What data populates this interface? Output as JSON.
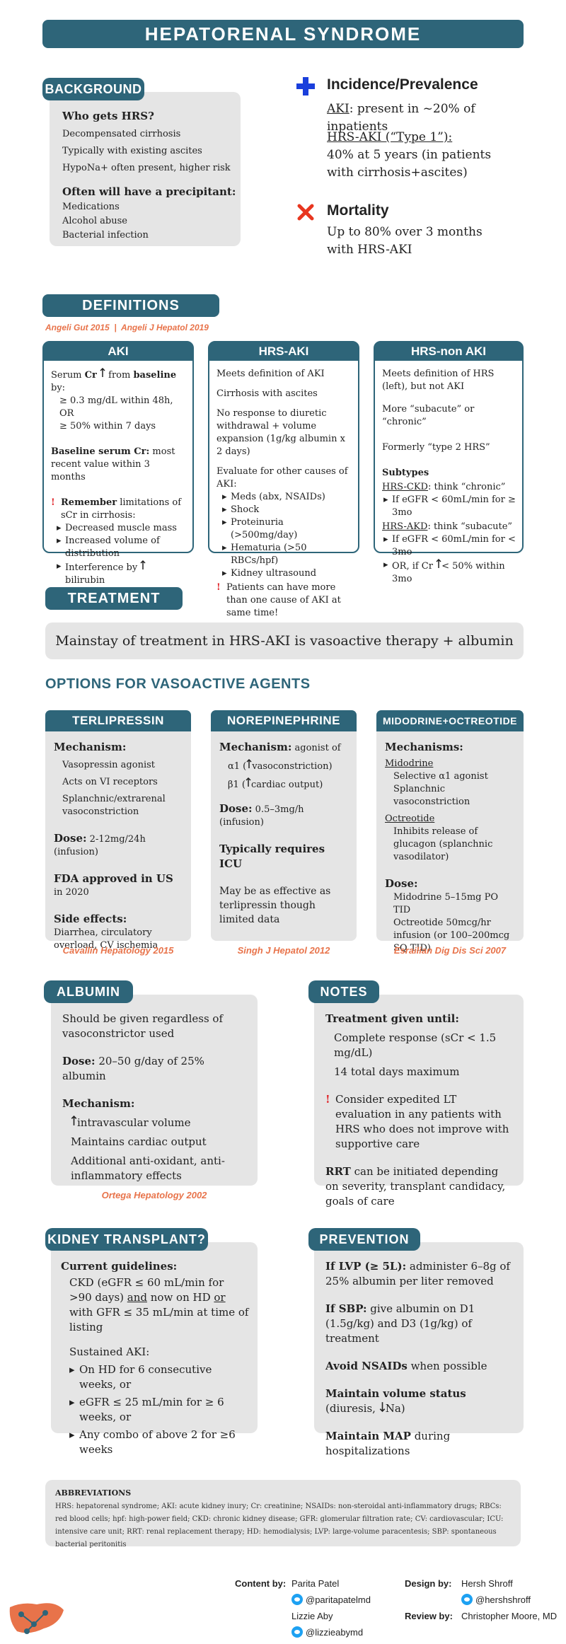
{
  "title": "HEPATORENAL SYNDROME",
  "background": {
    "header": "BACKGROUND",
    "who_title": "Who gets HRS?",
    "who_items": [
      "Decompensated cirrhosis",
      "Typically with existing ascites",
      "HypoNa+ often present, higher risk"
    ],
    "precip_title": "Often will have a precipitant:",
    "precip_items": [
      "Medications",
      "Alcohol abuse",
      "Bacterial infection"
    ]
  },
  "incidence": {
    "title": "Incidence/Prevalence",
    "aki_label": "AKI",
    "aki_text": ": present in ~20% of inpatients",
    "hrs_label": "HRS-AKI (“Type 1”):",
    "hrs_text": "40% at 5 years (in patients with cirrhosis+ascites)"
  },
  "mortality": {
    "title": "Mortality",
    "text": "Up to 80% over 3 months with HRS-AKI"
  },
  "definitions": {
    "header": "DEFINITIONS",
    "refs": "Angeli Gut 2015  |  Angeli J Hepatol 2019",
    "aki": {
      "head": "AKI",
      "p1a": "Serum ",
      "p1b": "Cr",
      "p1c": " from ",
      "p1d": "baseline",
      "p1e": " by:",
      "p1_items": [
        "≥ 0.3 mg/dL within 48h, OR",
        "≥ 50% within 7 days"
      ],
      "p2a": "Baseline serum Cr:",
      "p2b": " most recent value within 3 months",
      "p3a": "Remember",
      "p3b": " limitations of sCr in cirrhosis:",
      "p3_items": [
        "Decreased muscle mass",
        "Increased volume of distribution",
        "Interference by"
      ],
      "p3_tail": " bilirubin"
    },
    "hrs_aki": {
      "head": "HRS-AKI",
      "lines": [
        "Meets definition of AKI",
        "Cirrhosis with ascites",
        "No response to diuretic withdrawal + volume expansion (1g/kg albumin x 2 days)",
        "Evaluate for other causes of AKI:"
      ],
      "items": [
        "Meds (abx, NSAIDs)",
        "Shock",
        "Proteinuria (>500mg/day)",
        "Hematuria (>50 RBCs/hpf)",
        "Kidney ultrasound"
      ],
      "warn": "Patients can have more than one cause of AKI at same time!"
    },
    "hrs_non_aki": {
      "head": "HRS-non AKI",
      "lines": [
        "Meets definition of HRS (left), but not AKI",
        "More “subacute” or “chronic”",
        "Formerly “type 2 HRS”"
      ],
      "subtypes": "Subtypes",
      "ckd_label": "HRS-CKD",
      "ckd_text": ": think “chronic”",
      "ckd_item": "If eGFR < 60mL/min for ≥ 3mo",
      "akd_label": "HRS-AKD",
      "akd_text": ": think “subacute”",
      "akd_items": [
        "If eGFR < 60mL/min for < 3mo",
        "OR, if Cr"
      ],
      "akd_tail": "< 50% within 3mo"
    }
  },
  "treatment": {
    "header": "TREATMENT",
    "mainstay": "Mainstay of treatment in HRS-AKI is vasoactive therapy + albumin",
    "options_title": "OPTIONS FOR VASOACTIVE AGENTS"
  },
  "terlipressin": {
    "head": "TERLIPRESSIN",
    "mech_title": "Mechanism:",
    "mech_items": [
      "Vasopressin agonist",
      "Acts on VI receptors",
      "Splanchnic/extrarenal vasoconstriction"
    ],
    "dose_label": "Dose:",
    "dose_text": " 2-12mg/24h (infusion)",
    "fda_label": "FDA approved in US",
    "fda_text": " in 2020",
    "side_title": "Side effects:",
    "side_text": "Diarrhea, circulatory overload, CV ischemia",
    "ref": "Cavallin Hepatology 2015"
  },
  "norepinephrine": {
    "head": "NOREPINEPHRINE",
    "mech_title": "Mechanism:",
    "mech_text": " agonist of",
    "a1a": "α1 (",
    "a1b": "vasoconstriction)",
    "b1a": "β1 (",
    "b1b": "cardiac output)",
    "dose_label": "Dose:",
    "dose_text": " 0.5–3mg/h (infusion)",
    "icu": "Typically requires ICU",
    "effective": "May be as effective as terlipressin though limited data",
    "ref": "Singh J Hepatol 2012"
  },
  "midodrine": {
    "head": "MIDODRINE+OCTREOTIDE",
    "mech_title": "Mechanisms:",
    "mido_label": "Midodrine",
    "mido_items": [
      "Selective α1 agonist",
      "Splanchnic vasoconstriction"
    ],
    "octr_label": "Octreotide",
    "octr_text": "Inhibits release of glucagon (splanchnic vasodilator)",
    "dose_label": "Dose:",
    "dose_items": [
      "Midodrine 5–15mg PO TID",
      "Octreotide 50mcg/hr infusion (or 100–200mcg SQ TID)"
    ],
    "ref": "Esrailian Dig Dis Sci 2007"
  },
  "albumin": {
    "header": "ALBUMIN",
    "p1": "Should be given regardless of vasoconstrictor used",
    "dose_label": "Dose:",
    "dose_text": " 20–50 g/day of 25% albumin",
    "mech_title": "Mechanism:",
    "mech_items": [
      "intravascular volume",
      "Maintains cardiac output",
      "Additional anti-oxidant, anti-inflammatory effects"
    ],
    "ref": "Ortega Hepatology 2002"
  },
  "notes": {
    "header": "NOTES",
    "until_title": "Treatment given until:",
    "until_items": [
      "Complete response (sCr < 1.5 mg/dL)",
      "14 total days maximum"
    ],
    "warn": "Consider expedited LT evaluation in any patients with HRS who does not improve with supportive care",
    "rrt_label": "RRT",
    "rrt_text": " can be initiated depending on severity, transplant candidacy, goals of care"
  },
  "transplant": {
    "header": "KIDNEY TRANSPLANT?",
    "guide_title": "Current guidelines:",
    "ckd_a": "CKD (eGFR ≤ 60 mL/min for >90 days) ",
    "ckd_and": "and",
    "ckd_b": " now on HD ",
    "ckd_or": "or",
    "ckd_c": " with GFR ≤ 35 mL/min at time of listing",
    "sustained": "Sustained AKI:",
    "items": [
      "On HD for 6 consecutive weeks, or",
      "eGFR ≤ 25 mL/min for ≥ 6 weeks, or",
      "Any combo of above 2 for ≥6 weeks"
    ]
  },
  "prevention": {
    "header": "PREVENTION",
    "lvp_label": "If LVP (≥ 5L):",
    "lvp_text": " administer 6–8g of 25% albumin per liter removed",
    "sbp_label": "If SBP:",
    "sbp_text": " give albumin on D1 (1.5g/kg) and D3 (1g/kg) of treatment",
    "nsaid_label": "Avoid NSAIDs",
    "nsaid_text": " when possible",
    "vol_label": "Maintain volume status",
    "vol_text": " (diuresis, ",
    "vol_tail": "Na)",
    "map_label": "Maintain MAP",
    "map_text": " during hospitalizations"
  },
  "abbreviations": {
    "title": "ABBREVIATIONS",
    "text": "HRS: hepatorenal syndrome; AKI: acute kidney inury; Cr: creatinine; NSAIDs: non-steroidal anti-inflammatory drugs; RBCs: red blood cells; hpf: high-power field; CKD: chronic kidney disease; GFR: glomerular filtration rate; CV: cardiovascular; ICU: intensive care unit; RRT: renal replacement therapy; HD: hemodialysis; LVP: large-volume paracentesis; SBP: spontaneous bacterial peritonitis"
  },
  "credits": {
    "content_label": "Content by:",
    "author1": "Parita Patel",
    "handle1": "@paritapatelmd",
    "author2": "Lizzie Aby",
    "handle2": "@lizzieabymd",
    "design_label": "Design by:",
    "designer": "Hersh Shroff",
    "designer_handle": "@hershshroff",
    "review_label": "Review by:",
    "reviewer": "Christopher Moore, MD"
  },
  "colors": {
    "teal": "#2e6579",
    "orange": "#e8734a",
    "red": "#e0262b",
    "blue_cross": "#1a3fdc",
    "gray": "#e5e5e5"
  }
}
